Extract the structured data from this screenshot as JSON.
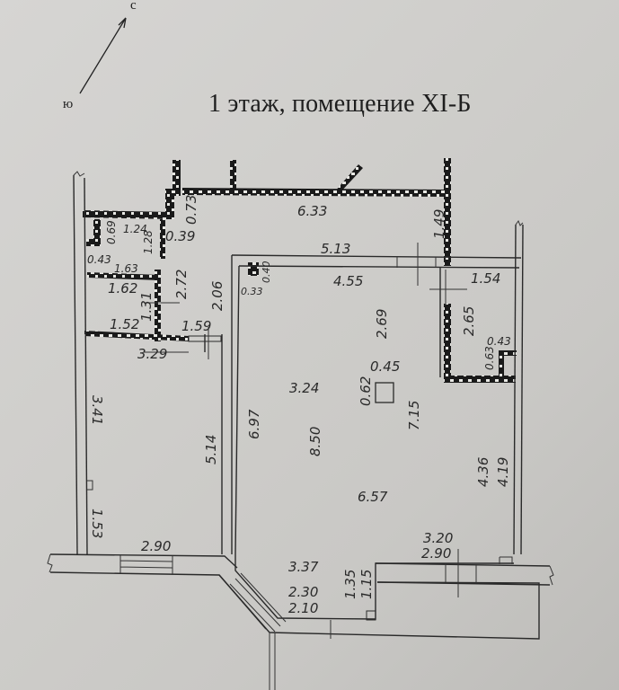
{
  "title": "1 этаж, помещение XI-Б",
  "compass": {
    "north_label": "с",
    "south_label": "ю",
    "icon": "north-arrow-icon"
  },
  "colors": {
    "paper": "#cfcecb",
    "ink": "#1e1e1e",
    "hatch_light": "#e8e8e4"
  },
  "dimensions": {
    "top_wall": "6.33",
    "top_inner": "5.13",
    "top_right_vertical": "1.49",
    "main_top": "4.55",
    "right_nook_width": "1.54",
    "right_nook_height": "2.65",
    "small_box_width": "0.43",
    "small_box_height": "0.63",
    "column_width": "0.45",
    "column_height": "0.62",
    "main_vertical_upper": "2.69",
    "main_vertical": "7.15",
    "left_main_vertical": "6.97",
    "main_vertical_center": "8.50",
    "main_width_mid": "3.24",
    "main_width_lower": "6.57",
    "right_vertical_outer": "4.36",
    "right_vertical_inner": "4.19",
    "bottom_right_outer": "3.20",
    "bottom_right_inner": "2.90",
    "bottom_center": "3.37",
    "entrance_outer": "2.30",
    "entrance_inner": "2.10",
    "entrance_depth_outer": "1.35",
    "entrance_depth_inner": "1.15",
    "corner_niche_h": "0.40",
    "corner_niche_w": "0.33",
    "wc_width_top": "1.24",
    "wc_height": "0.69",
    "wc_small": "0.43",
    "wc_vertical": "1.28",
    "wall_offset_upper": "0.73",
    "wall_offset_lower": "0.39",
    "bath_width_top": "1.63",
    "bath_width_bottom": "1.62",
    "bath_height": "1.31",
    "corridor_height": "2.72",
    "corridor_side": "2.06",
    "hall_width_left": "1.52",
    "hall_width_right": "1.59",
    "left_room_width": "3.29",
    "left_room_upper_h": "3.41",
    "left_room_lower_h": "1.53",
    "left_room_right_h": "5.14",
    "left_room_bottom": "2.90"
  }
}
